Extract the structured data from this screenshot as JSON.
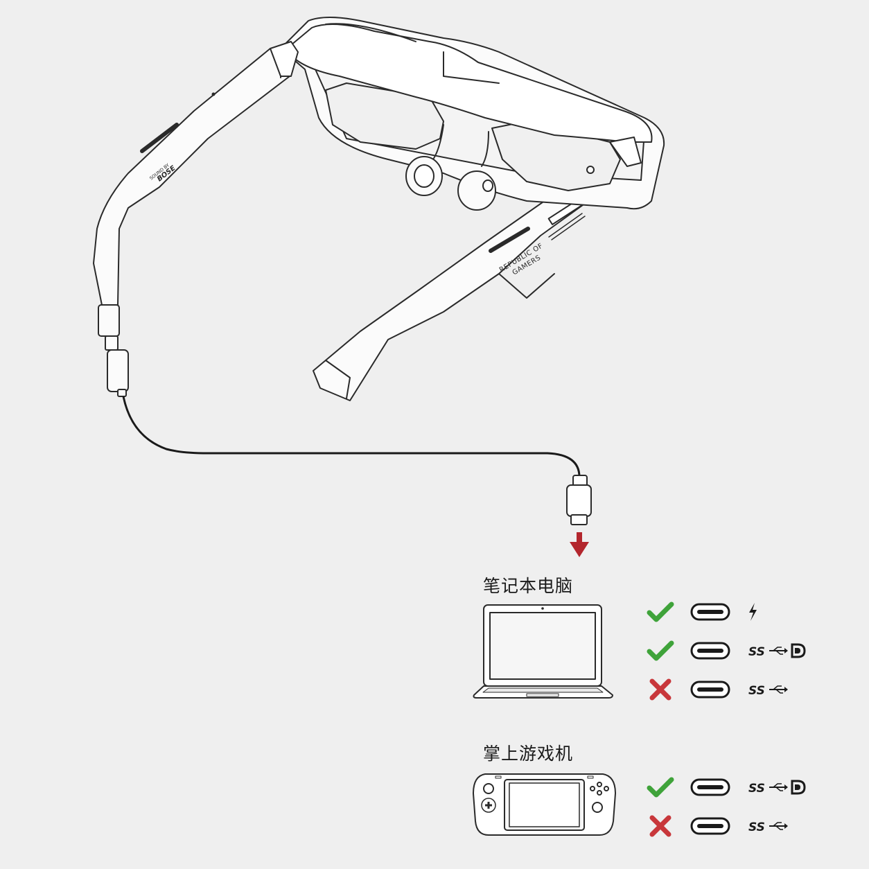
{
  "glasses": {
    "left_temple_brand": [
      "SOUND BY",
      "BOSE"
    ],
    "right_temple_brand": [
      "REPUBLIC OF",
      "GAMERS"
    ]
  },
  "sections": [
    {
      "title": "笔记本电脑",
      "device_icon": "laptop-icon",
      "rows": [
        {
          "status": "supported",
          "status_icon": "check-icon",
          "port_icon": "usb-c-port-icon",
          "feature_icon": "power-delivery-icon"
        },
        {
          "status": "supported",
          "status_icon": "check-icon",
          "port_icon": "usb-c-port-icon",
          "feature_icon": "usb-superspeed-displayport-icon"
        },
        {
          "status": "unsupported",
          "status_icon": "cross-icon",
          "port_icon": "usb-c-port-icon",
          "feature_icon": "usb-superspeed-icon"
        }
      ]
    },
    {
      "title": "掌上游戏机",
      "device_icon": "handheld-console-icon",
      "rows": [
        {
          "status": "supported",
          "status_icon": "check-icon",
          "port_icon": "usb-c-port-icon",
          "feature_icon": "usb-superspeed-displayport-icon"
        },
        {
          "status": "unsupported",
          "status_icon": "cross-icon",
          "port_icon": "usb-c-port-icon",
          "feature_icon": "usb-superspeed-icon"
        }
      ]
    }
  ],
  "colors": {
    "supported": "#3fa33a",
    "unsupported": "#c8373b",
    "arrow": "#b3262d",
    "line": "#2a2a2a",
    "background": "#efefef"
  }
}
